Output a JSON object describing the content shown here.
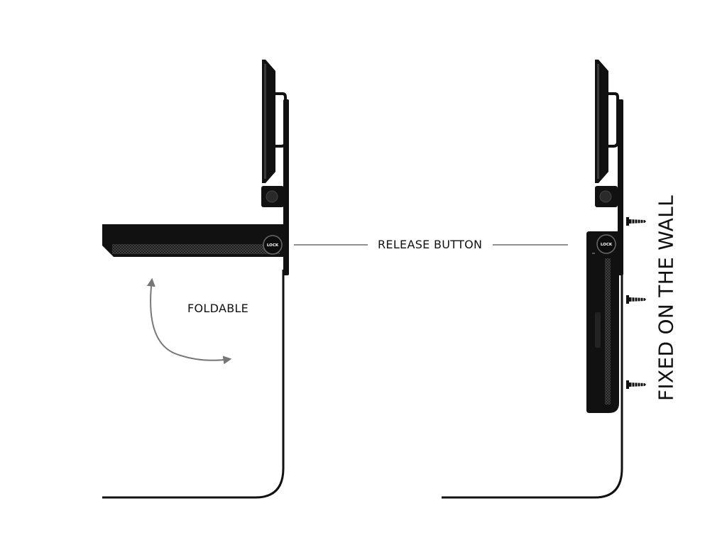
{
  "labels": {
    "release_button": "RELEASE BUTTON",
    "foldable": "FOLDABLE",
    "fixed_on_wall": "FIXED ON THE WALL",
    "lock": "LOCK"
  },
  "colors": {
    "product": "#111111",
    "arrow": "#777777",
    "leader_line": "#222222",
    "background": "#ffffff"
  },
  "icons": {
    "screw": "screw-icon",
    "lock_button": "lock-button-icon",
    "fold_arrow": "curved-arrow-icon"
  }
}
